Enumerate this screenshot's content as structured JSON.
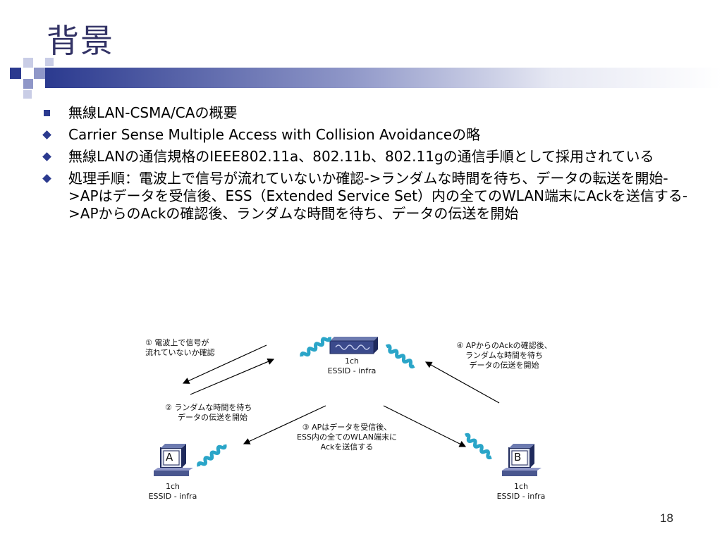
{
  "slide": {
    "title": "背景",
    "page_number": "18",
    "accent_color": "#2b3a8f"
  },
  "bullets": [
    {
      "marker": "square",
      "text": "無線LAN-CSMA/CAの概要"
    },
    {
      "marker": "diamond",
      "text": "Carrier Sense Multiple Access with Collision Avoidanceの略"
    },
    {
      "marker": "diamond",
      "text": "無線LANの通信規格のIEEE802.11a、802.11b、802.11gの通信手順として採用されている"
    },
    {
      "marker": "diamond",
      "text": "処理手順：電波上で信号が流れていないか確認->ランダムな時間を待ち、データの転送を開始->APはデータを受信後、ESS（Extended Service Set）内の全てのWLAN端末にAckを送信する->APからのAckの確認後、ランダムな時間を待ち、データの伝送を開始"
    }
  ],
  "diagram": {
    "ap": {
      "ch": "1ch",
      "essid": "ESSID - infra"
    },
    "terminal_a": {
      "label": "A",
      "ch": "1ch",
      "essid": "ESSID - infra"
    },
    "terminal_b": {
      "label": "B",
      "ch": "1ch",
      "essid": "ESSID - infra"
    },
    "step1": [
      "① 電波上で信号が",
      "流れていないか確認"
    ],
    "step2": [
      "② ランダムな時間を待ち",
      "データの伝送を開始"
    ],
    "step3": [
      "③ APはデータを受信後、",
      "ESS内の全てのWLAN端末に",
      "Ackを送信する"
    ],
    "step4": [
      "④ APからのAckの確認後、",
      "ランダムな時間を待ち",
      "データの伝送を開始"
    ],
    "wave_color": "#2aa5c8"
  }
}
